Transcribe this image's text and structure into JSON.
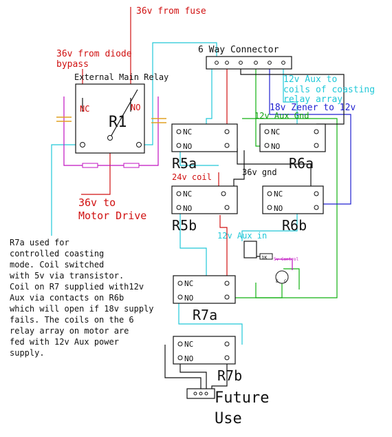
{
  "labels": {
    "fuse": "36v from fuse",
    "diode_bypass_1": "36v from diode",
    "diode_bypass_2": "bypass",
    "external_relay": "External Main Relay",
    "connector": "6 Way Connector",
    "aux_coasting_1": "12v Aux to",
    "aux_coasting_2": "coils of coasting",
    "aux_coasting_3": "relay array",
    "zener": "18v Zener to 12v",
    "aux_gnd": "12v Aux Gnd",
    "coil_24v": "24v coil",
    "gnd_36v": "36v gnd",
    "motor_drive_1": "36v to",
    "motor_drive_2": "Motor Drive",
    "aux_in": "12v Aux in",
    "resistor": "1K",
    "control": "5v Control",
    "future_1": "Future",
    "future_2": "Use"
  },
  "relays": {
    "r1": {
      "name": "R1",
      "nc": "NC",
      "no": "NO"
    },
    "r5a": {
      "name": "R5a",
      "nc": "NC",
      "no": "NO"
    },
    "r6a": {
      "name": "R6a",
      "nc": "NC",
      "no": "NO"
    },
    "r5b": {
      "name": "R5b",
      "nc": "NC",
      "no": "NO"
    },
    "r6b": {
      "name": "R6b",
      "nc": "NC",
      "no": "NO"
    },
    "r7a": {
      "name": "R7a",
      "nc": "NC",
      "no": "NO"
    },
    "r7b": {
      "name": "R7b",
      "nc": "NC",
      "no": "NO"
    }
  },
  "transistor": {
    "e": "E",
    "c": "C"
  },
  "note": [
    "R7a used for",
    "controlled coasting",
    "mode. Coil switched",
    "with 5v via transistor.",
    "Coil on R7 supplied with12v",
    "Aux via contacts on R6b",
    "which will open if 18v supply",
    "fails. The coils on the 6",
    "relay array on motor are",
    "fed with 12v Aux power",
    "supply."
  ]
}
